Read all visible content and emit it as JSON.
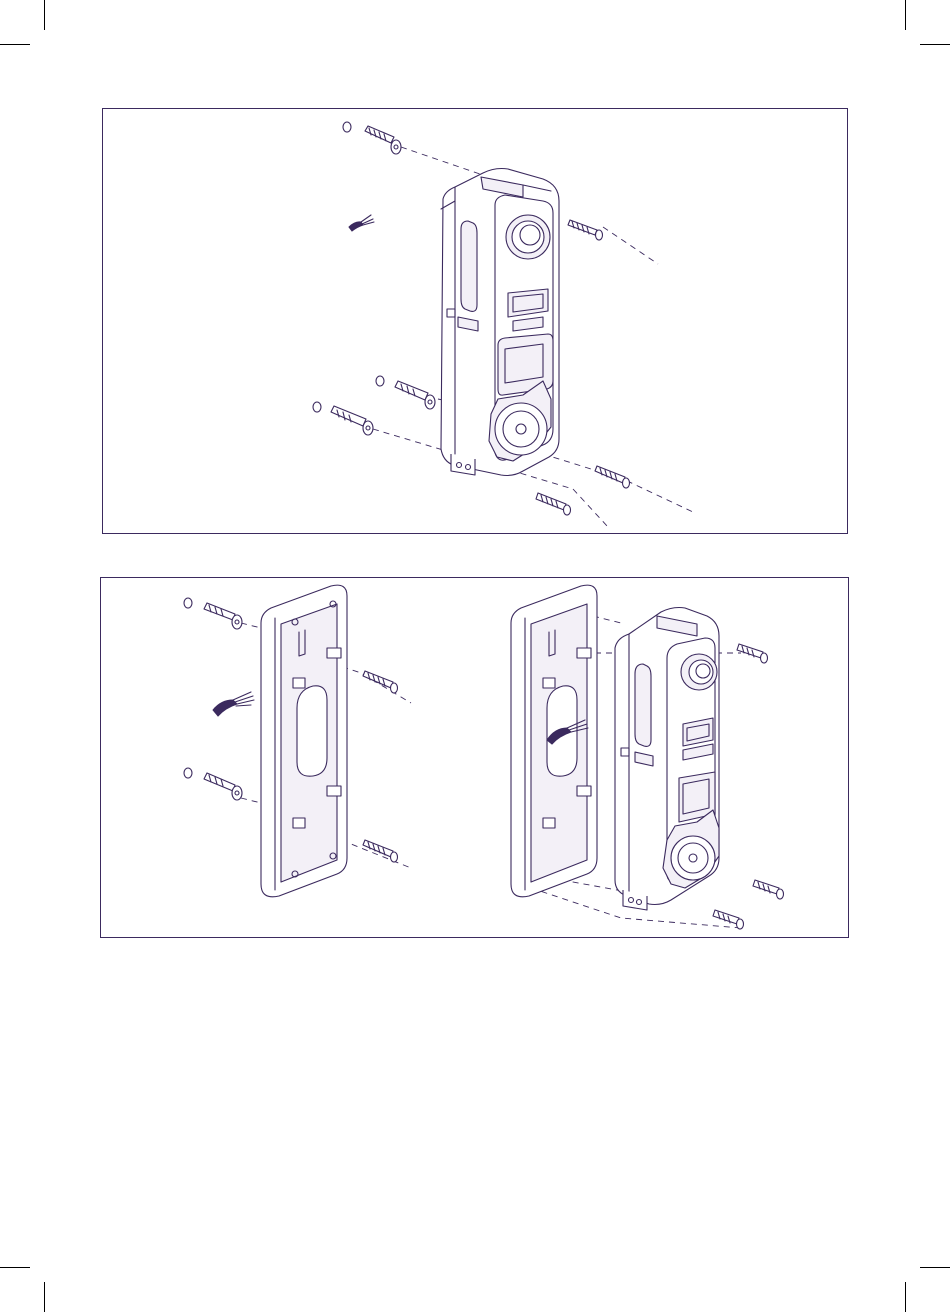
{
  "document": {
    "kind": "installation-illustration",
    "line_color": "#3b2a5e",
    "background": "#ffffff"
  },
  "panels": [
    {
      "id": "step-wall-mounting",
      "parts": [
        "wall-plug-icon",
        "screw-icon",
        "cable-icon",
        "doorbell-unit-icon"
      ]
    },
    {
      "id": "step-bracket-and-unit",
      "parts": [
        "wall-plug-icon",
        "screw-icon",
        "cable-icon",
        "mounting-bracket-icon",
        "doorbell-unit-icon"
      ]
    }
  ]
}
